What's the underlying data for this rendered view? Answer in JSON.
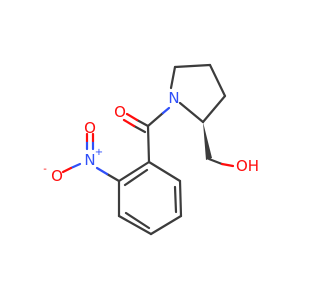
{
  "colors": {
    "carbon_bond": "#3c3c3c",
    "oxygen": "#ff0d0d",
    "nitrogen": "#3050f8"
  },
  "atoms": {
    "carbonyl_oxygen": "O",
    "ring_nitrogen": "N",
    "hydroxyl": "OH",
    "nitro_nitrogen": "N",
    "nitro_nitrogen_charge": "+",
    "nitro_oxygen_top": "O",
    "nitro_oxygen_left": "O",
    "nitro_oxygen_left_charge": "-"
  }
}
